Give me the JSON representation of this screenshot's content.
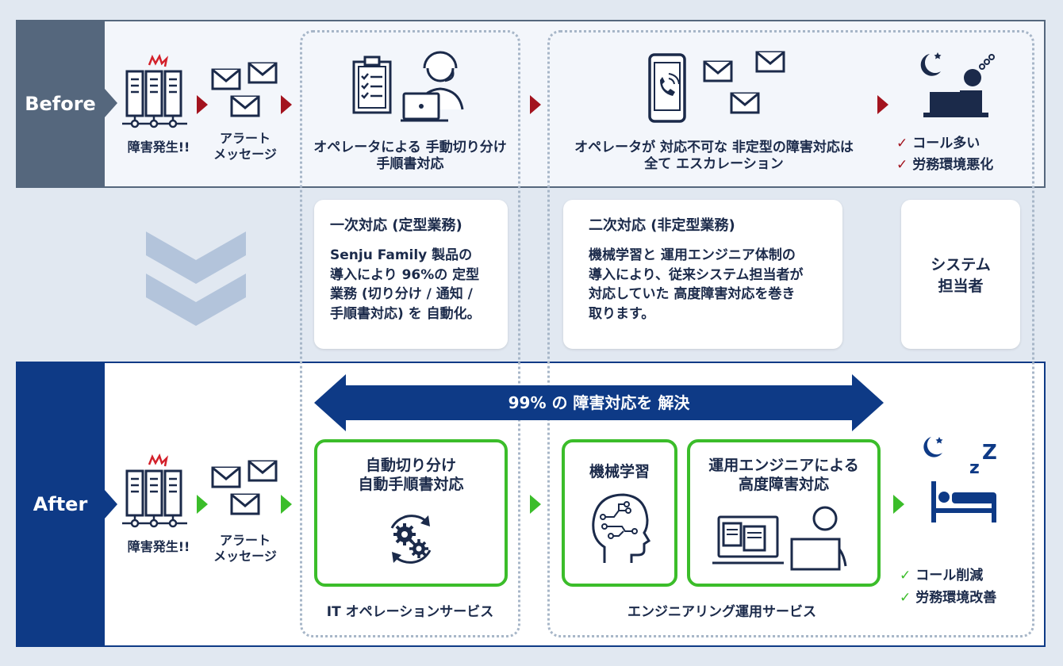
{
  "before": {
    "tab_label": "Before",
    "incident_label": "障害発生!!",
    "alert_label_line1": "アラート",
    "alert_label_line2": "メッセージ",
    "operator_label_line1": "オペレータによる 手動切り分け",
    "operator_label_line2": "手順書対応",
    "escalation_line1": "オペレータが 対応不可な 非定型の障害対応は",
    "escalation_line2": "全て エスカレーション",
    "results": [
      "コール多い",
      "労務環境悪化"
    ]
  },
  "middle": {
    "primary_card": {
      "title": "一次対応 (定型業務)",
      "body_lines": [
        "Senju Family 製品の",
        "導入により 96%の 定型",
        "業務 (切り分け / 通知 /",
        "手順書対応) を 自動化。"
      ]
    },
    "secondary_card": {
      "title": "二次対応 (非定型業務)",
      "body_lines": [
        "機械学習と 運用エンジニア体制の",
        "導入により、従来システム担当者が",
        "対応していた 高度障害対応を巻き",
        "取ります。"
      ]
    },
    "system_card": {
      "lines": [
        "システム",
        "担当者"
      ]
    }
  },
  "after": {
    "tab_label": "After",
    "incident_label": "障害発生!!",
    "alert_label_line1": "アラート",
    "alert_label_line2": "メッセージ",
    "banner_text": "99% の 障害対応を 解決",
    "auto_box_line1": "自動切り分け",
    "auto_box_line2": "自動手順書対応",
    "ml_box_label": "機械学習",
    "engineer_box_line1": "運用エンジニアによる",
    "engineer_box_line2": "高度障害対応",
    "it_service_label": "IT オペレーションサービス",
    "eng_service_label": "エンジニアリング運用サービス",
    "results": [
      "コール削減",
      "労務環境改善"
    ]
  },
  "colors": {
    "before_dark": "#55677d",
    "after_dark": "#0e3a86",
    "arrow_red": "#a3131e",
    "arrow_green": "#3bbd2a",
    "chevron": "#b3c4db"
  },
  "icons": [
    "server-rack-icon",
    "envelope-icon",
    "clipboard-checklist-icon",
    "operator-headset-icon",
    "smartphone-call-icon",
    "tired-worker-icon",
    "moon-icon",
    "gear-cycle-icon",
    "ai-head-icon",
    "engineer-workstation-icon",
    "bed-sleep-icon"
  ]
}
